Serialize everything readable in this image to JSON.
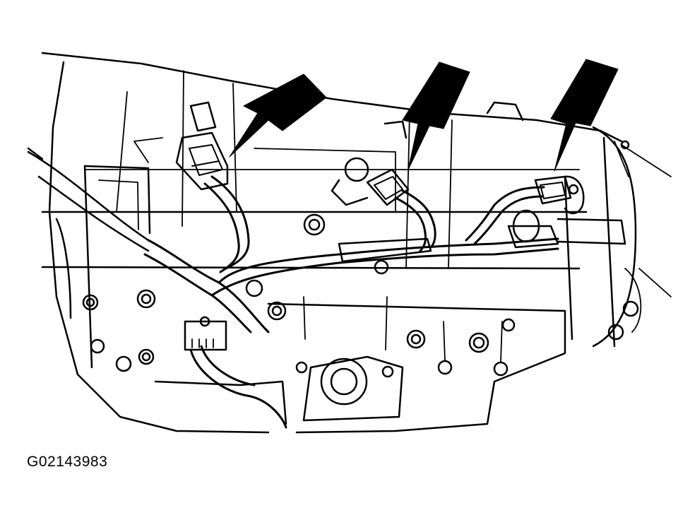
{
  "figure_code": "G02143983",
  "colors": {
    "line": "#000000",
    "background": "#ffffff",
    "arrow_fill": "#000000"
  },
  "callouts": [
    {
      "name": "connector-arrow-left",
      "points_to": "left-harness-connector"
    },
    {
      "name": "connector-arrow-middle",
      "points_to": "middle-harness-connector"
    },
    {
      "name": "connector-arrow-right",
      "points_to": "right-harness-connector"
    }
  ]
}
